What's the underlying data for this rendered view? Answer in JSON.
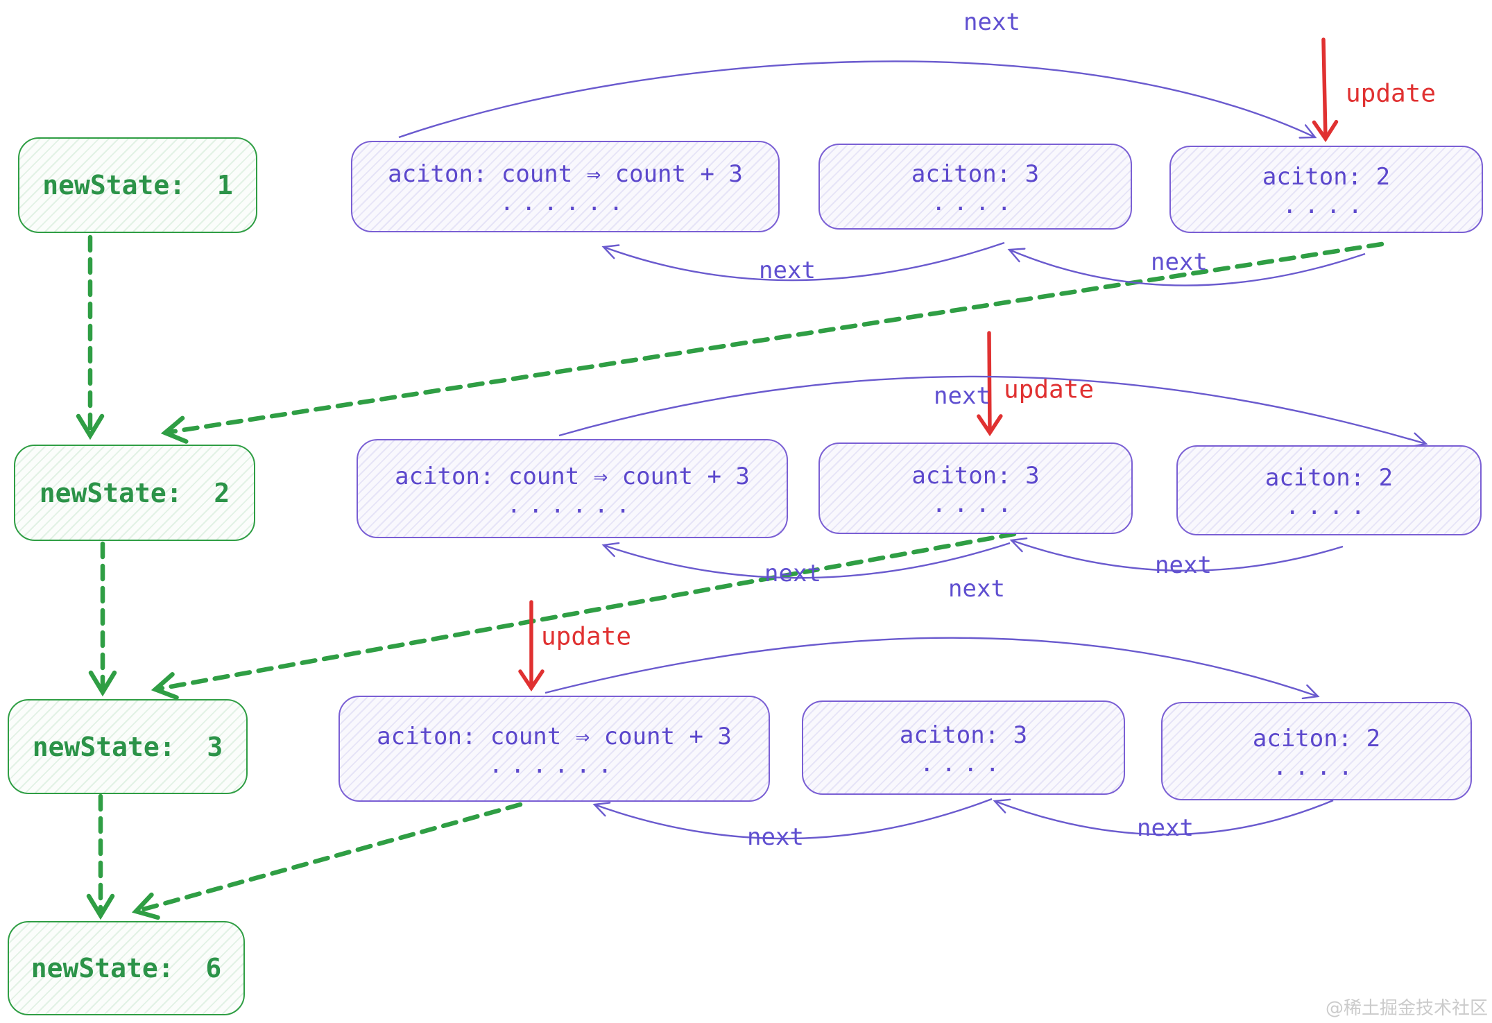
{
  "diagram": {
    "description": "Hand-drawn style diagram of state update queue: newState list on left, linked action nodes rows on right",
    "states": [
      {
        "text": "newState:  1"
      },
      {
        "text": "newState:  2"
      },
      {
        "text": "newState:  3"
      },
      {
        "text": "newState:  6"
      }
    ],
    "rows": [
      {
        "boxes": [
          {
            "title": "aciton: count ⇒ count + 3",
            "dots": "......"
          },
          {
            "title": "aciton: 3",
            "dots": "...."
          },
          {
            "title": "aciton: 2",
            "dots": "...."
          }
        ]
      },
      {
        "boxes": [
          {
            "title": "aciton: count ⇒ count + 3",
            "dots": "......"
          },
          {
            "title": "aciton: 3",
            "dots": "...."
          },
          {
            "title": "aciton: 2",
            "dots": "...."
          }
        ]
      },
      {
        "boxes": [
          {
            "title": "aciton: count ⇒ count + 3",
            "dots": "......"
          },
          {
            "title": "aciton: 3",
            "dots": "...."
          },
          {
            "title": "aciton: 2",
            "dots": "...."
          }
        ]
      }
    ],
    "labels": {
      "next": "next",
      "update": "update"
    },
    "colors": {
      "green": "#2f9e44",
      "purple_stroke": "#6a5ace",
      "purple_border": "#7a5fd4",
      "purple_text": "#5b47cc",
      "red": "#e03131",
      "watermark_gray": "#cbcbcb"
    },
    "watermark": "@稀土掘金技术社区"
  }
}
